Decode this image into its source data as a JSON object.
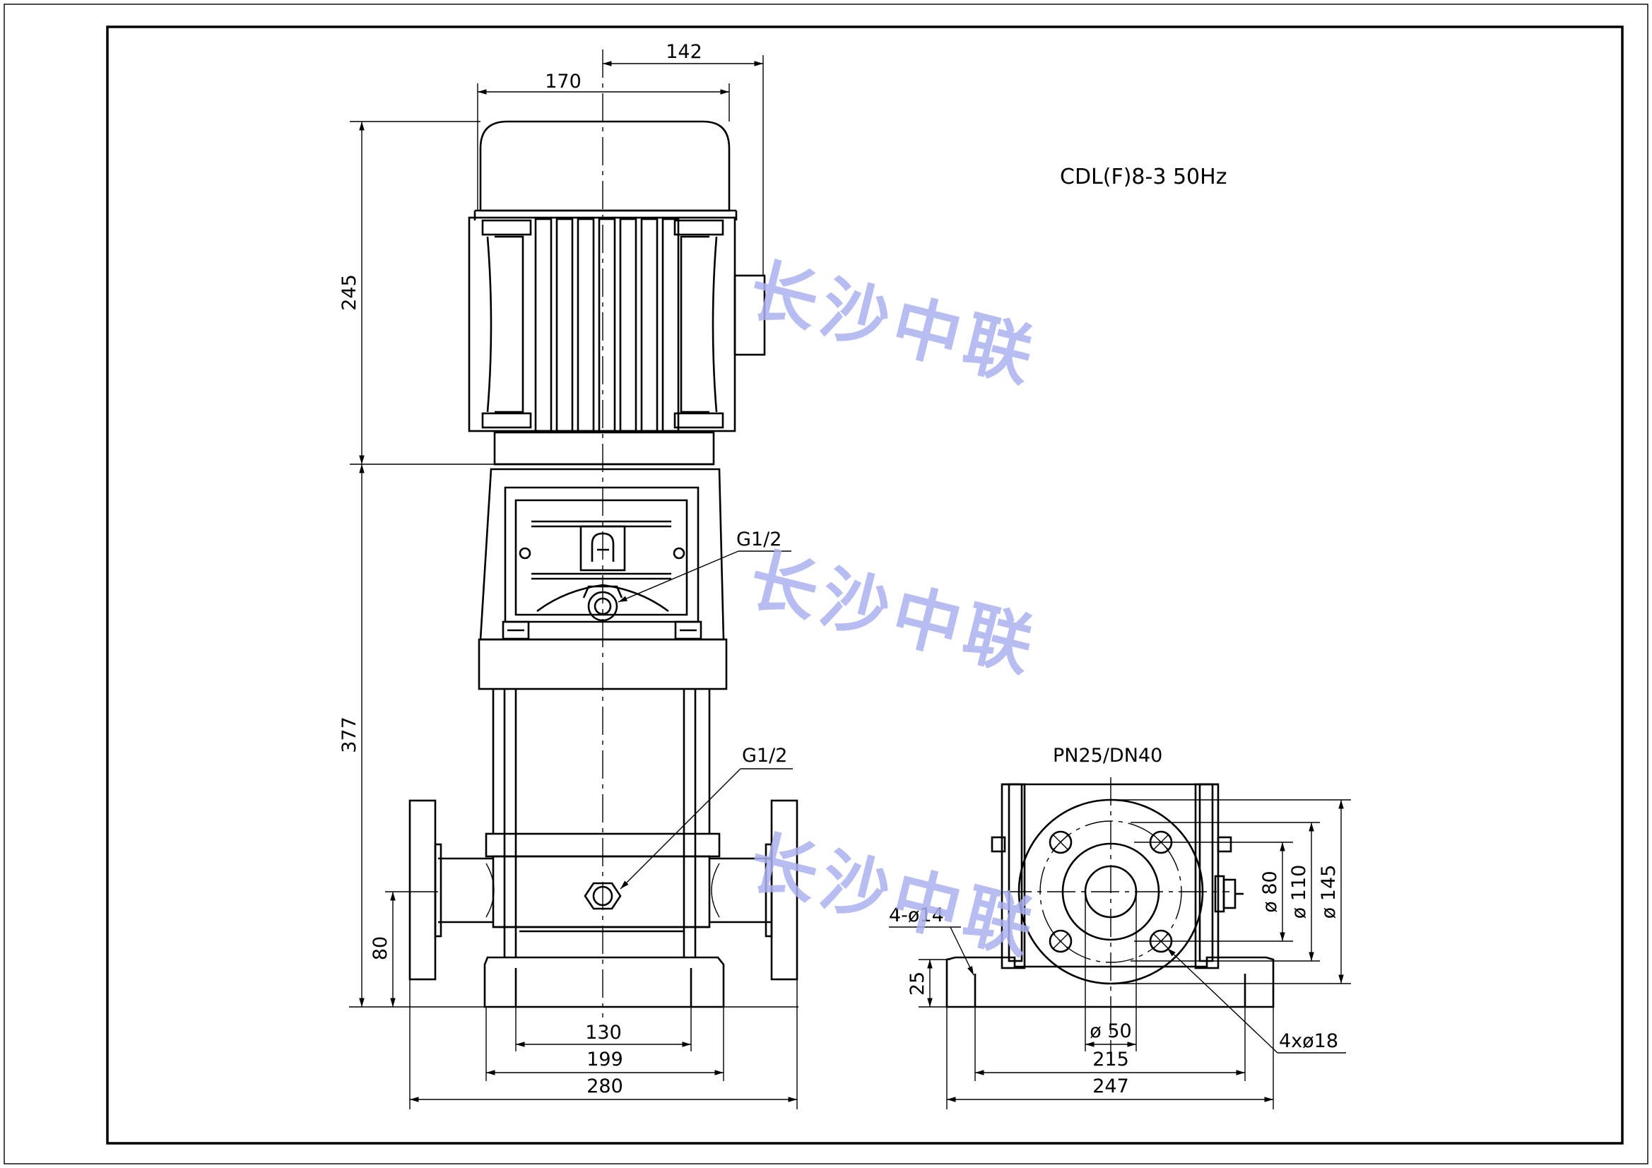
{
  "title": "CDL(F)8-3 50Hz",
  "watermark": "长沙中联",
  "flange_spec": "PN25/DN40",
  "colors": {
    "line": "#000000",
    "watermark": "#aab0ef",
    "background": "#ffffff"
  },
  "front_view": {
    "dim_top_142": "142",
    "dim_top_170": "170",
    "dim_motor_height": "245",
    "dim_pump_height": "377",
    "dim_inlet_height": "80",
    "dim_130": "130",
    "dim_199": "199",
    "dim_280": "280",
    "port_upper": "G1/2",
    "port_lower": "G1/2"
  },
  "side_view": {
    "dim_phi80": "ø 80",
    "dim_phi110": "ø 110",
    "dim_phi145": "ø 145",
    "dim_base_height": "25",
    "dim_phi50": "ø 50",
    "dim_215": "215",
    "dim_247": "247",
    "holes_base": "4-ø14",
    "holes_flange": "4xø18"
  }
}
